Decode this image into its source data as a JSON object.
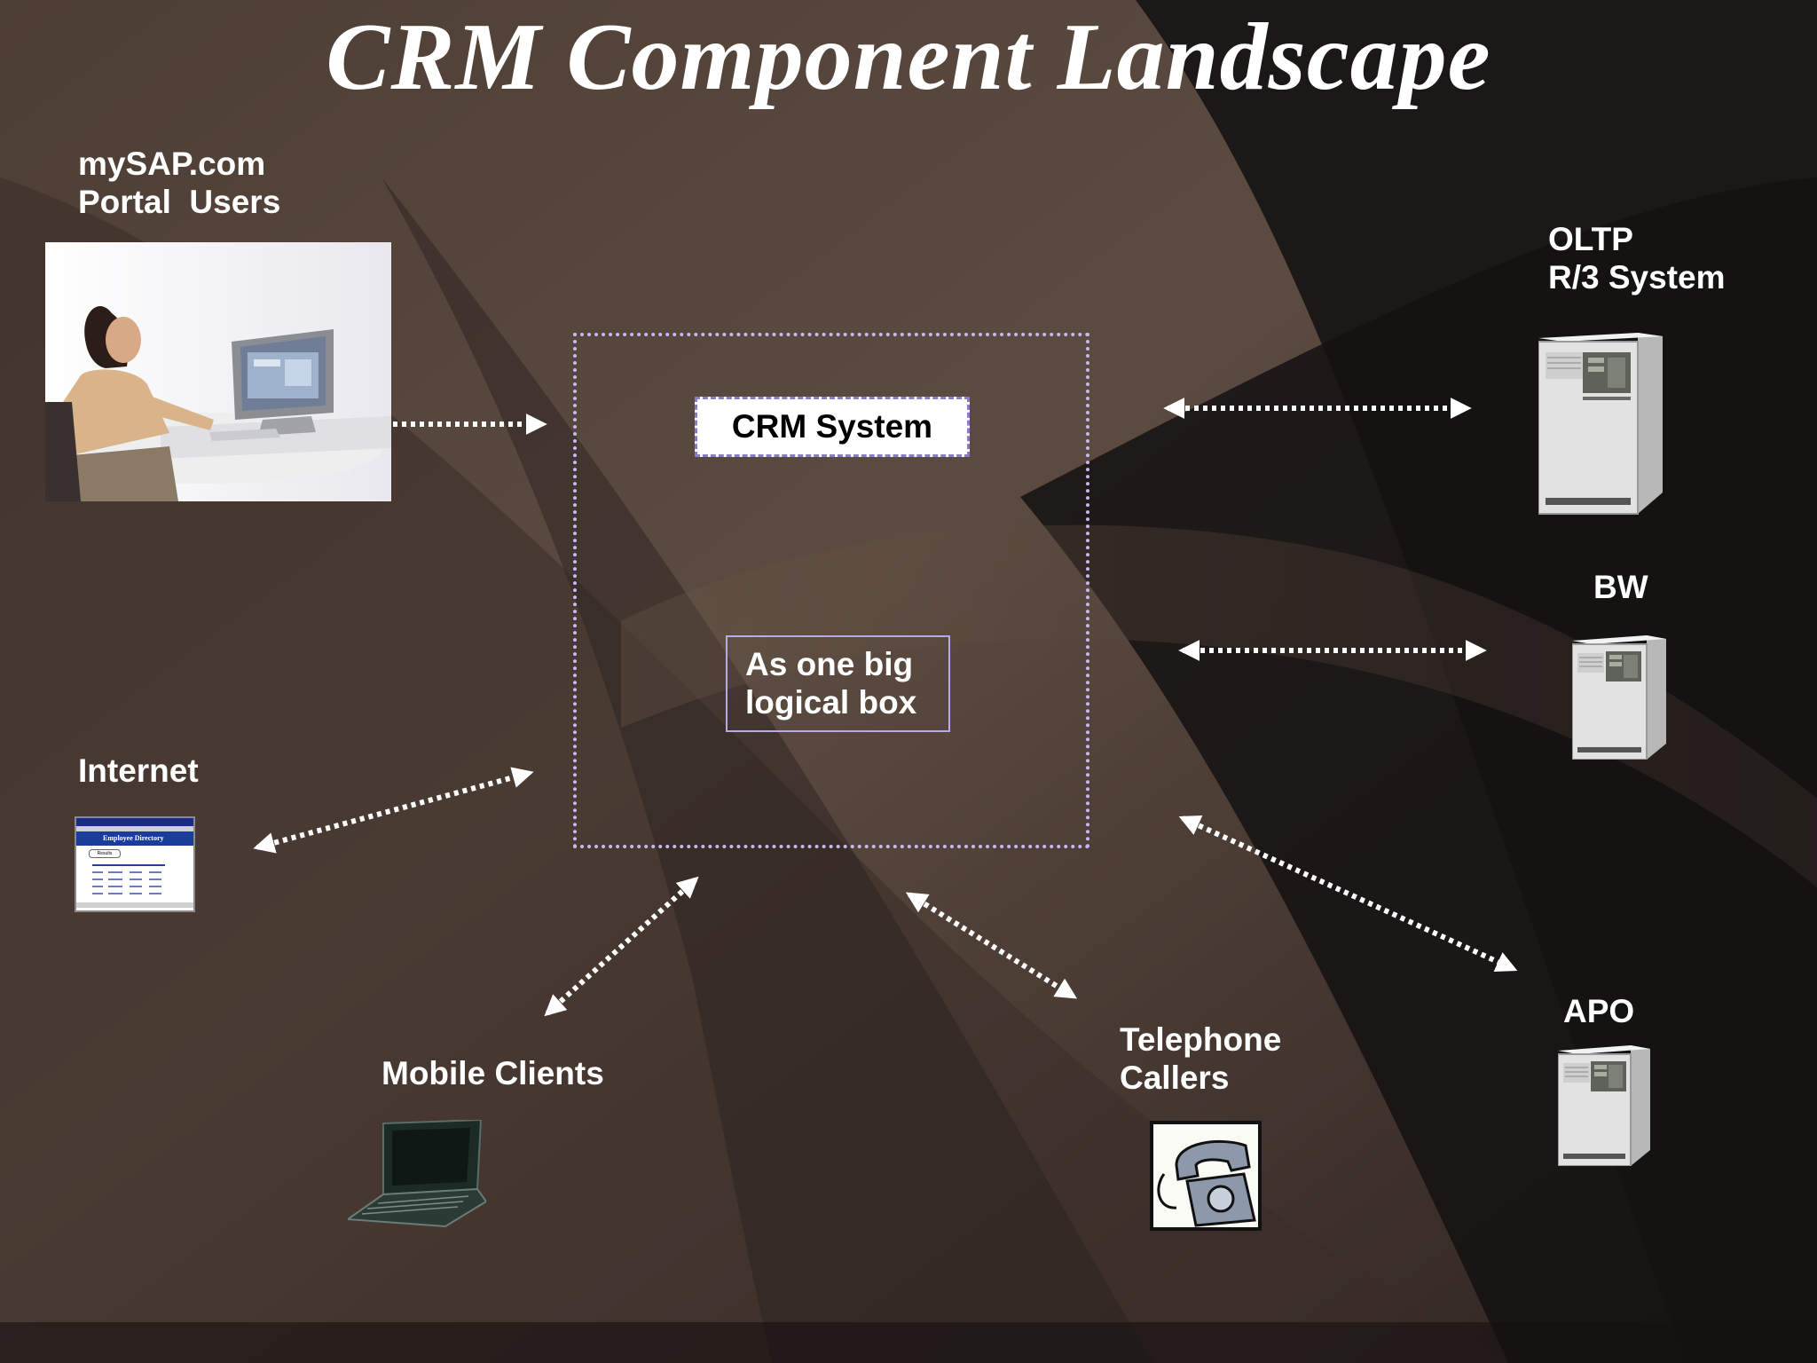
{
  "title": "CRM Component Landscape",
  "crm": {
    "system_label": "CRM System",
    "logical_label": "As one big\nlogical box"
  },
  "nodes": {
    "portal": "mySAP.com\nPortal  Users",
    "oltp": "OLTP\nR/3 System",
    "bw": "BW",
    "internet": "Internet",
    "mobile": "Mobile Clients",
    "telephone": "Telephone\nCallers",
    "apo": "APO"
  },
  "screen_window": {
    "heading": "Employee Directory",
    "button": "Results"
  },
  "colors": {
    "text": "#ffffff",
    "box_border": "#c8b8f0",
    "arrow": "#ffffff"
  },
  "icons": [
    "portal-user-photo",
    "server-icon",
    "browser-window-icon",
    "laptop-icon",
    "telephone-icon"
  ]
}
